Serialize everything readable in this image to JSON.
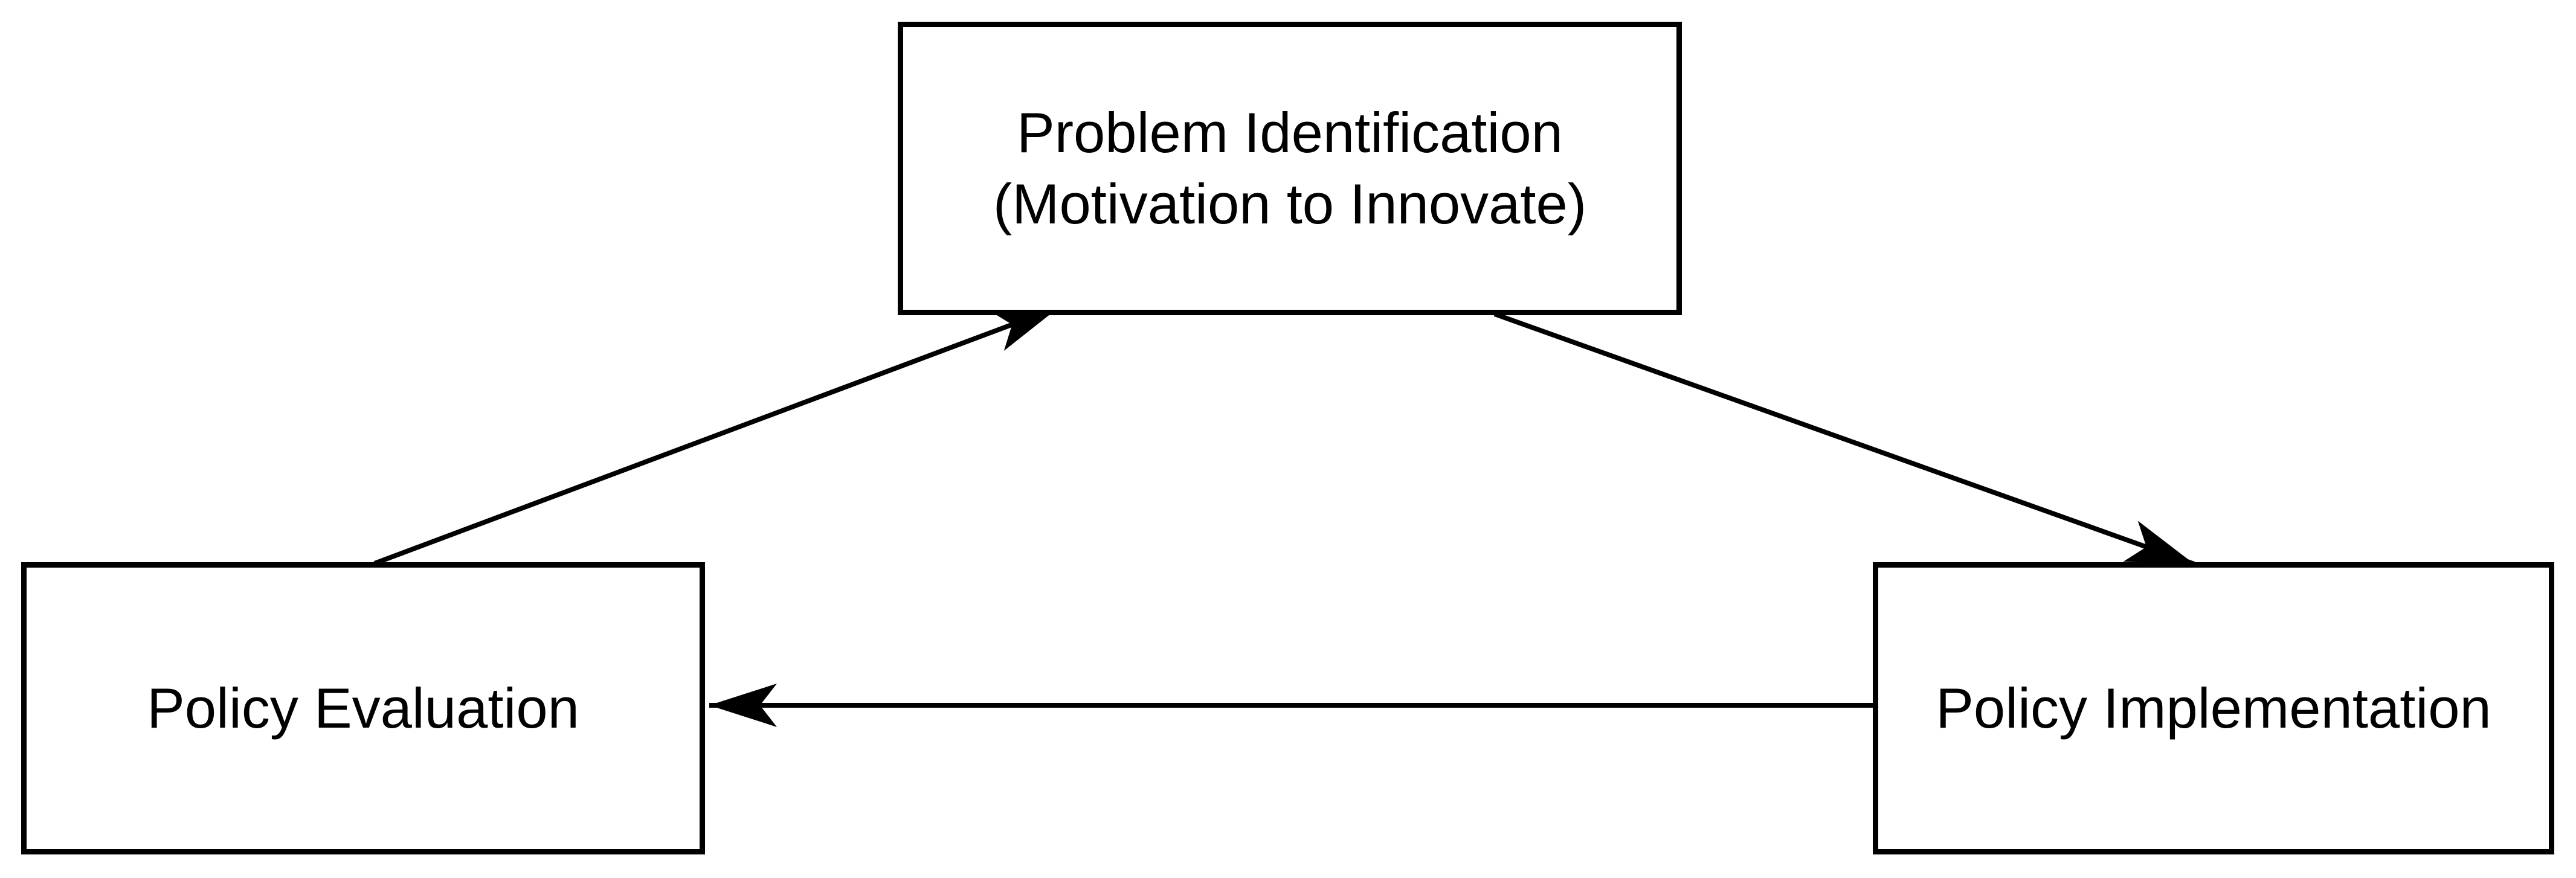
{
  "diagram": {
    "type": "flowchart",
    "background_color": "#ffffff",
    "line_color": "#000000",
    "node_fill_color": "#ffffff",
    "nodes": {
      "problem_identification": {
        "lines": [
          "Problem Identification",
          "(Motivation to Innovate)"
        ]
      },
      "policy_evaluation": {
        "label": "Policy Evaluation"
      },
      "policy_implementation": {
        "label": "Policy Implementation"
      }
    },
    "edges": [
      {
        "from": "policy_evaluation",
        "to": "problem_identification",
        "arrowhead_at": "problem_identification"
      },
      {
        "from": "problem_identification",
        "to": "policy_implementation",
        "arrowhead_at": "policy_implementation"
      },
      {
        "from": "policy_implementation",
        "to": "policy_evaluation",
        "arrowhead_at": "policy_evaluation"
      }
    ]
  }
}
